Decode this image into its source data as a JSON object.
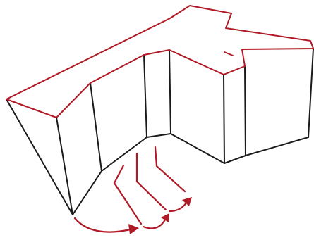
{
  "diagram": {
    "colors": {
      "outline": "#1a1a1a",
      "roof_outline": "#b01a26",
      "flow_arrows": "#b01a26",
      "background": "#ffffff"
    },
    "elements": [
      "building-massing",
      "roof-outline",
      "flow-lines",
      "flow-arrows"
    ]
  }
}
